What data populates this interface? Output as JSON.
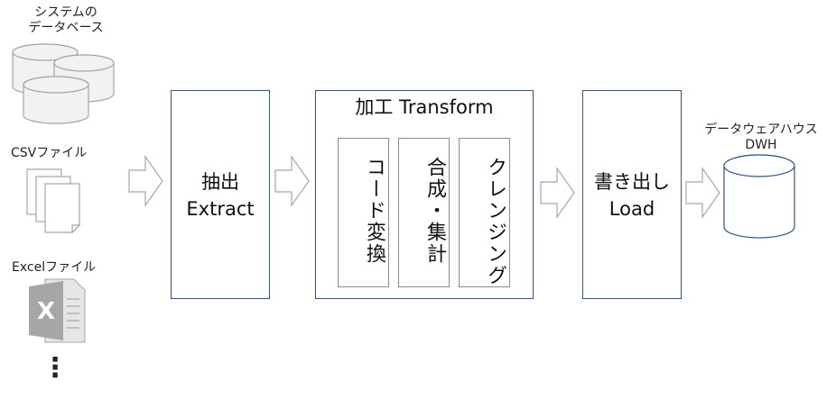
{
  "sources": {
    "system_db_label": "システムの\nデータベース",
    "csv_label": "CSVファイル",
    "excel_label": "Excelファイル",
    "excel_icon_letter": "X",
    "more_indicator": "⋮"
  },
  "steps": {
    "extract": "抽出\nExtract",
    "transform_title": "加工 Transform",
    "transform_subs": [
      "コード変換",
      "合成・集計",
      "クレンジング"
    ],
    "load": "書き出し\nLoad"
  },
  "target": {
    "dwh_label": "データウェアハウス\nDWH"
  },
  "colors": {
    "box_border": "#2f5597",
    "sub_border": "#8c8c8c",
    "arrow_stroke": "#a6a6a6",
    "db_fill": "#f2f2f2",
    "db_stroke": "#a6a6a6",
    "excel_icon": "#a6a6a6"
  }
}
